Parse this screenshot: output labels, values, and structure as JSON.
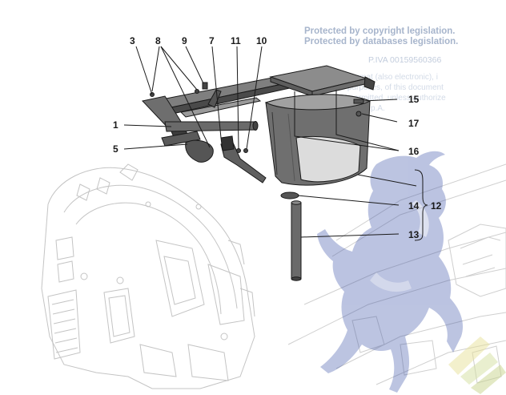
{
  "watermark": {
    "line1": "Protected by copyright legislation.",
    "line2": "Protected by databases legislation.",
    "piva": "P.IVA 00159560366",
    "faint_lines": [
      "in any format (also electronic), i",
      "commercial purposes, of this document",
      "not permitted, unless authorize",
      "by Ferrari S.p.A."
    ],
    "logo": "Ferrari prancing horse"
  },
  "callouts": [
    {
      "id": "c3",
      "label": "3"
    },
    {
      "id": "c8",
      "label": "8"
    },
    {
      "id": "c9",
      "label": "9"
    },
    {
      "id": "c7",
      "label": "7"
    },
    {
      "id": "c11",
      "label": "11"
    },
    {
      "id": "c10",
      "label": "10"
    },
    {
      "id": "c1",
      "label": "1"
    },
    {
      "id": "c5",
      "label": "5"
    },
    {
      "id": "c15",
      "label": "15"
    },
    {
      "id": "c17",
      "label": "17"
    },
    {
      "id": "c16",
      "label": "16"
    },
    {
      "id": "c14",
      "label": "14"
    },
    {
      "id": "c12",
      "label": "12"
    },
    {
      "id": "c13",
      "label": "13"
    }
  ],
  "colors": {
    "line": "#1a1a1a",
    "part_fill": "#8a8a8a",
    "part_dark": "#3e3e3e",
    "ghost_line": "#c9c9c9",
    "horse": "#3c52a8"
  }
}
